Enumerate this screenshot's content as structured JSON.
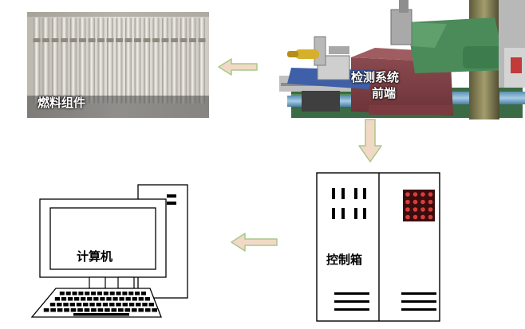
{
  "nodes": {
    "fuel_assembly": {
      "label": "燃料组件"
    },
    "detector_front_end": {
      "label_line1": "检测系统",
      "label_line2": "前端"
    },
    "control_box": {
      "label": "控制箱"
    },
    "computer": {
      "label": "计算机"
    }
  },
  "colors": {
    "arrow_fill": "#f2d9c6",
    "arrow_stroke": "#a8c88a",
    "outline": "#000000",
    "indicator_red": "#d93c3c",
    "indicator_bg": "#3a0d0d"
  },
  "flow": [
    {
      "from": "detector_front_end",
      "to": "fuel_assembly",
      "direction": "left"
    },
    {
      "from": "detector_front_end",
      "to": "control_box",
      "direction": "down"
    },
    {
      "from": "control_box",
      "to": "computer",
      "direction": "left"
    }
  ]
}
